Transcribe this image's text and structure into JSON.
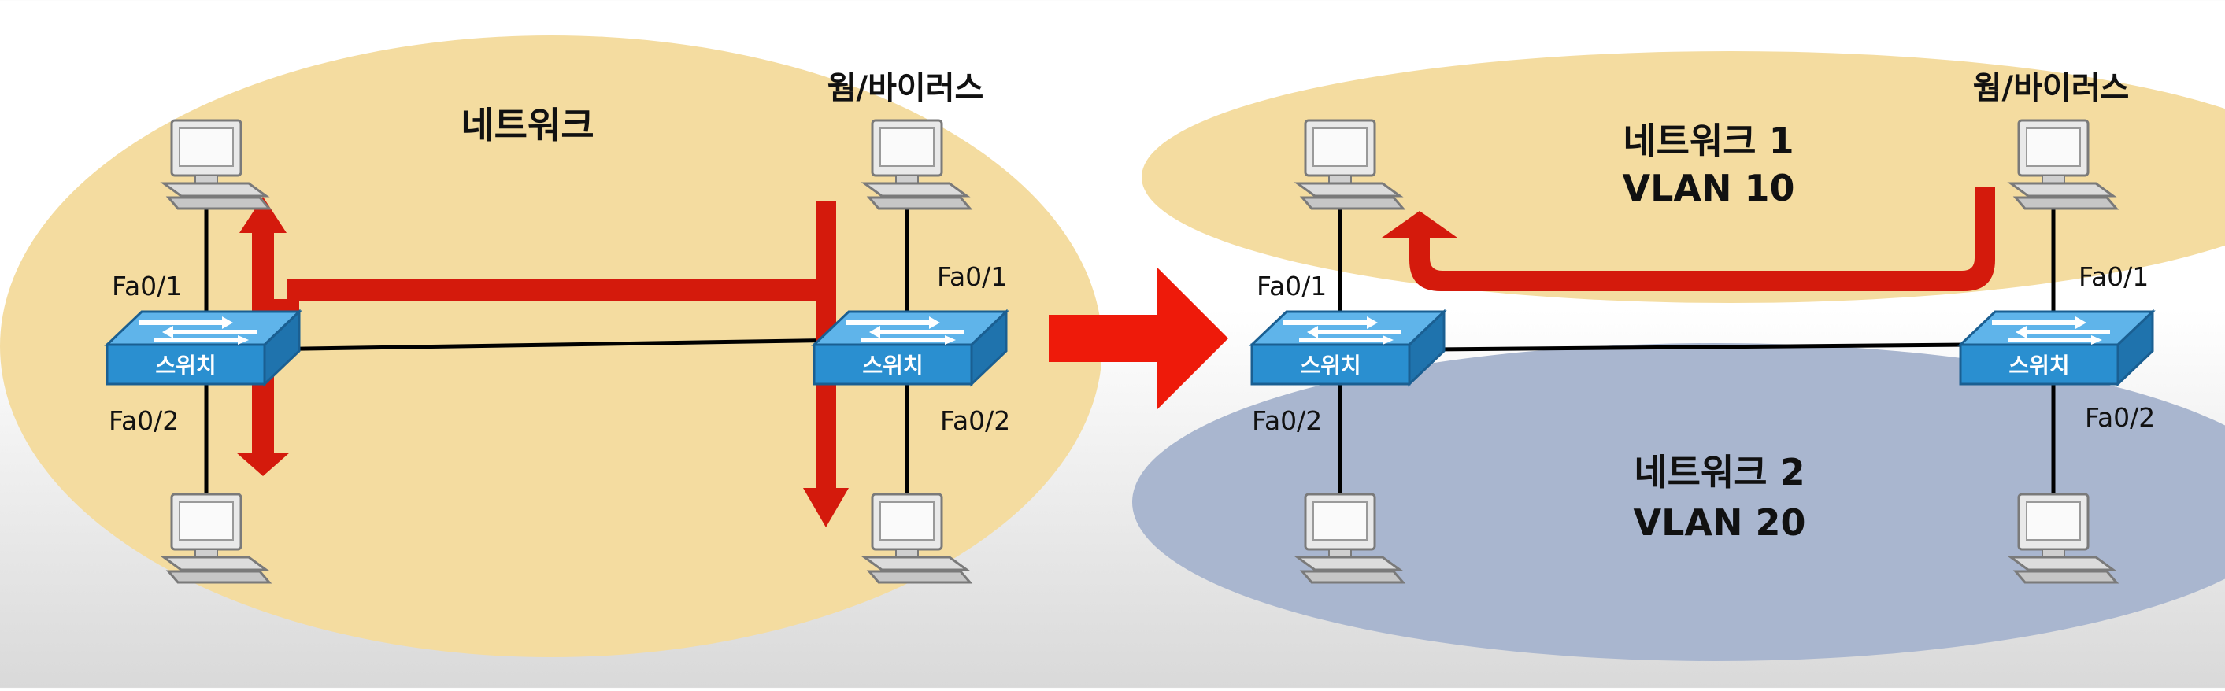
{
  "left": {
    "network_label": "네트워크",
    "worm_label": "웜/바이러스",
    "ports": {
      "left_top": "Fa0/1",
      "left_bottom": "Fa0/2",
      "right_top": "Fa0/1",
      "right_bottom": "Fa0/2"
    },
    "switch_label": "스위치"
  },
  "right": {
    "network1_label": "네트워크 1",
    "vlan1_label": "VLAN 10",
    "network2_label": "네트워크 2",
    "vlan2_label": "VLAN 20",
    "worm_label": "웜/바이러스",
    "ports": {
      "left_top": "Fa0/1",
      "left_bottom": "Fa0/2",
      "right_top": "Fa0/1",
      "right_bottom": "Fa0/2"
    },
    "switch_label": "스위치"
  },
  "colors": {
    "network_fill": "#f4dca0",
    "vlan20_fill": "#a9b6cf",
    "switch_blue": "#2a8fd0",
    "arrow_red": "#d41a0c"
  }
}
